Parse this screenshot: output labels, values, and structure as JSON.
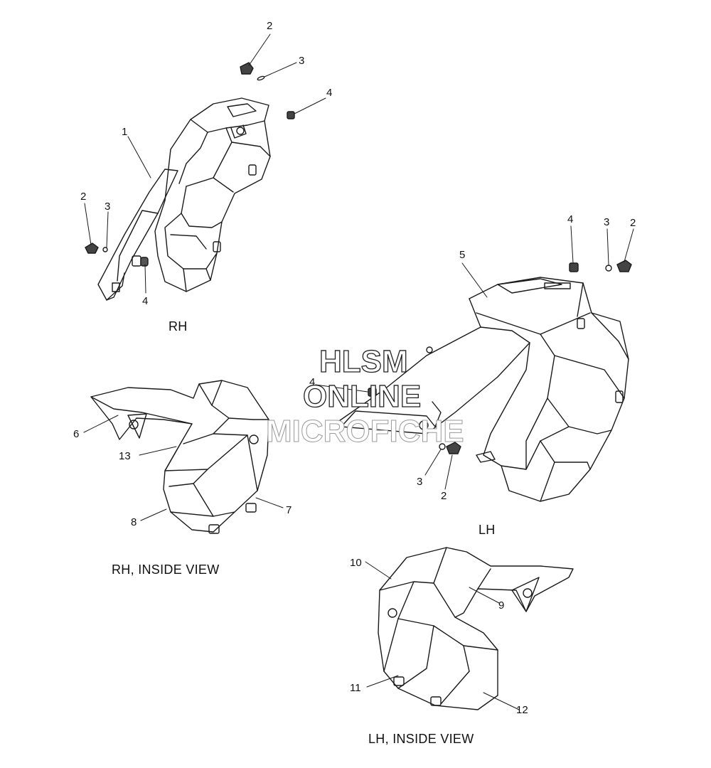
{
  "views": {
    "rh": "RH",
    "rh_inside": "RH, INSIDE VIEW",
    "lh": "LH",
    "lh_inside": "LH, INSIDE VIEW"
  },
  "watermark": {
    "line1": "HLSM",
    "line2": "ONLINE",
    "line3": "MICROFICHE"
  },
  "callouts": {
    "rh_1": "1",
    "rh_2_top": "2",
    "rh_3_top": "3",
    "rh_4_top": "4",
    "rh_2_left": "2",
    "rh_3_left": "3",
    "rh_4_bottom": "4",
    "lh_5": "5",
    "lh_4_right": "4",
    "lh_3_right": "3",
    "lh_2_right": "2",
    "lh_4_left": "4",
    "lh_3_bottom": "3",
    "lh_2_bottom": "2",
    "rhi_6": "6",
    "rhi_13": "13",
    "rhi_8": "8",
    "rhi_7": "7",
    "lhi_10": "10",
    "lhi_9": "9",
    "lhi_11": "11",
    "lhi_12": "12"
  }
}
